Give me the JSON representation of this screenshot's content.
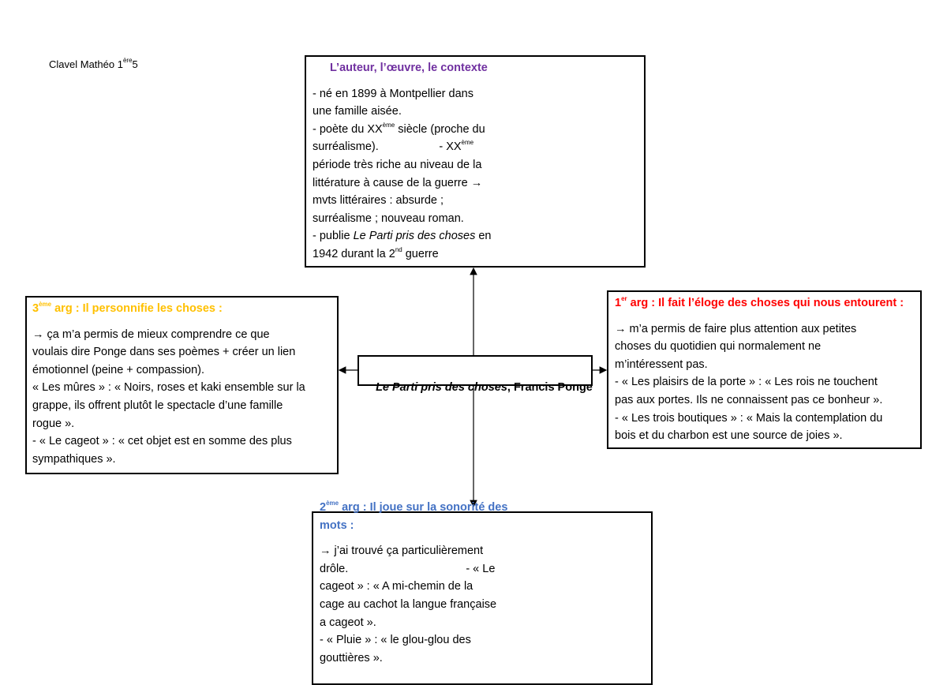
{
  "author": {
    "name": "Clavel Mathéo 1",
    "sup": "ère",
    "tail": "5"
  },
  "colors": {
    "purple": "#7030a0",
    "orange": "#ffc000",
    "red": "#ff0000",
    "blue": "#4472c4"
  },
  "center": {
    "title": "Le Parti pris des choses",
    "rest": ", Francis Ponge"
  },
  "boxes": {
    "context": {
      "title": [
        {
          "t": "L’auteur, l’œuvre, le contexte"
        }
      ],
      "lines": [
        [
          {
            "t": "- né en 1899 à Montpellier dans"
          }
        ],
        [
          {
            "t": "une famille aisée."
          }
        ],
        [
          {
            "t": "- poète du XX"
          },
          {
            "t": "ème",
            "sup": true
          },
          {
            "t": " siècle (proche du"
          }
        ],
        [
          {
            "t": "surréalisme).                   - XX"
          },
          {
            "t": "ème",
            "sup": true
          }
        ],
        [
          {
            "t": "période très riche au niveau de la"
          }
        ],
        [
          {
            "t": "littérature à cause de la guerre → "
          }
        ],
        [
          {
            "t": "mvts littéraires : absurde ;"
          }
        ],
        [
          {
            "t": "surréalisme ; nouveau roman."
          }
        ],
        [
          {
            "t": "- publie "
          },
          {
            "t": "Le Parti pris des choses",
            "i": true
          },
          {
            "t": " en"
          }
        ],
        [
          {
            "t": "1942 durant la 2"
          },
          {
            "t": "nd",
            "sup": true
          },
          {
            "t": " guerre"
          }
        ]
      ]
    },
    "arg3": {
      "title": [
        {
          "t": "3"
        },
        {
          "t": "ème",
          "sup": true
        },
        {
          "t": " arg : Il personnifie les choses :"
        }
      ],
      "lines": [
        [
          {
            "t": "→ ça m’a permis de mieux comprendre ce que"
          }
        ],
        [
          {
            "t": "voulais dire Ponge dans ses poèmes + créer un lien"
          }
        ],
        [
          {
            "t": "émotionnel (peine + compassion)."
          }
        ],
        [
          {
            "t": "« Les mûres » : « Noirs, roses et kaki ensemble sur la"
          }
        ],
        [
          {
            "t": "grappe, ils offrent plutôt le spectacle d’une famille"
          }
        ],
        [
          {
            "t": "rogue »."
          }
        ],
        [
          {
            "t": "- « Le cageot » : « cet objet est en somme des plus"
          }
        ],
        [
          {
            "t": "sympathiques »."
          }
        ]
      ]
    },
    "arg1": {
      "title": [
        {
          "t": "1"
        },
        {
          "t": "er",
          "sup": true
        },
        {
          "t": " arg : Il fait l’éloge des choses qui nous entourent :"
        }
      ],
      "lines": [
        [
          {
            "t": "→ m’a permis de faire plus attention aux petites"
          }
        ],
        [
          {
            "t": "choses du quotidien qui normalement ne"
          }
        ],
        [
          {
            "t": "m’intéressent pas."
          }
        ],
        [
          {
            "t": "- « Les plaisirs de la porte » : « Les rois ne touchent"
          }
        ],
        [
          {
            "t": "pas aux portes. Ils ne connaissent pas ce bonheur »."
          }
        ],
        [
          {
            "t": "- « Les trois boutiques » : « Mais la contemplation du"
          }
        ],
        [
          {
            "t": "bois et du charbon est une source de joies »."
          }
        ]
      ]
    },
    "arg2": {
      "title": [
        {
          "t": "2"
        },
        {
          "t": "ème",
          "sup": true
        },
        {
          "t": " arg : Il joue sur la sonorité des"
        }
      ],
      "title2": [
        {
          "t": "mots :"
        }
      ],
      "lines": [
        [
          {
            "t": "→ j’ai trouvé ça particulièrement"
          }
        ],
        [
          {
            "t": "drôle.                                     - « Le"
          }
        ],
        [
          {
            "t": "cageot » : « A mi-chemin de la"
          }
        ],
        [
          {
            "t": "cage au cachot la langue française"
          }
        ],
        [
          {
            "t": "a cageot »."
          }
        ],
        [
          {
            "t": "- « Pluie » : « le glou-glou des"
          }
        ],
        [
          {
            "t": "gouttières »."
          }
        ]
      ]
    }
  }
}
